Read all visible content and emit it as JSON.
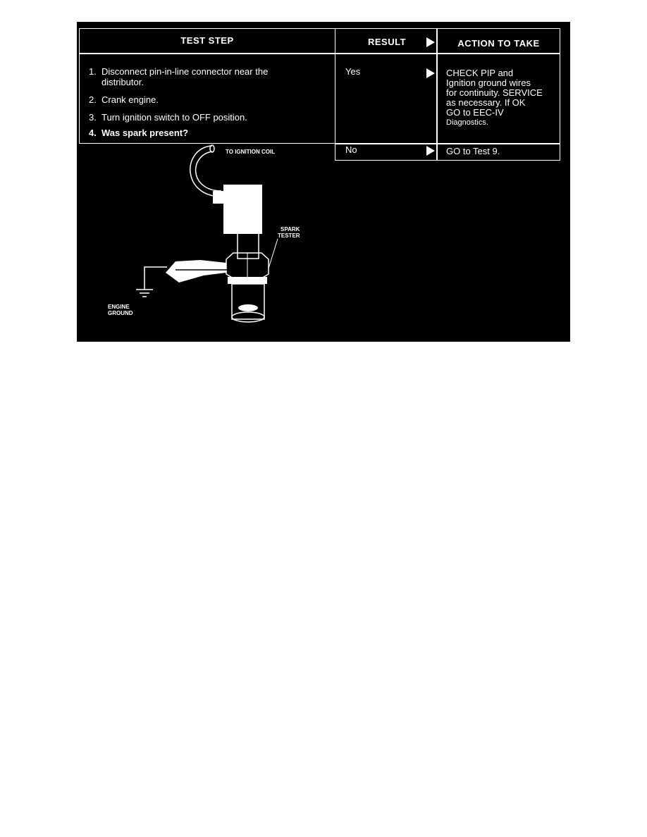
{
  "table": {
    "headers": {
      "test_step": "TEST STEP",
      "result": "RESULT",
      "action": "ACTION TO TAKE"
    },
    "steps": [
      {
        "num": "1.",
        "text": "Disconnect pin-in-line connector near the",
        "cont": "distributor."
      },
      {
        "num": "2.",
        "text": "Crank engine."
      },
      {
        "num": "3.",
        "text": "Turn ignition switch to OFF position."
      },
      {
        "num": "4.",
        "text": "Was spark present?"
      }
    ],
    "rows": [
      {
        "result": "Yes",
        "action_lines": [
          "CHECK PIP and",
          "Ignition ground wires",
          "for continuity. SERVICE",
          "as necessary. If OK",
          "GO to EEC-IV",
          "Diagnostics."
        ]
      },
      {
        "result": "No",
        "action_lines": [
          "GO to Test 9."
        ]
      }
    ]
  },
  "illustration": {
    "label_coil": "TO IGNITION COIL",
    "label_tester_1": "SPARK",
    "label_tester_2": "TESTER",
    "label_ground_1": "ENGINE",
    "label_ground_2": "GROUND"
  }
}
